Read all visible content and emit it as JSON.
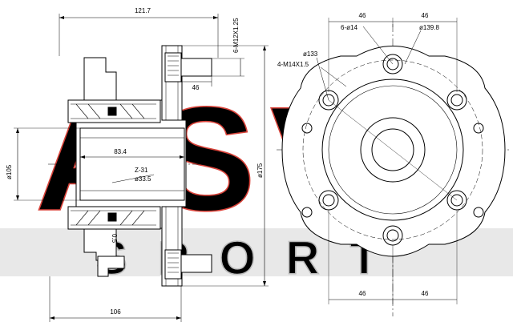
{
  "watermark": {
    "brand": "ASVA",
    "tagline": "SPORT",
    "brand_color": "#d9433a",
    "tagline_color": "#c4c4c4"
  },
  "side_view": {
    "overall_width": "121.7",
    "stud_thread": "6-M12X1.25",
    "stud_length": "46",
    "bore_length": "83.4",
    "bore_diameter": "ø105",
    "flange_diameter": "ø175",
    "spline_teeth": "Z-31",
    "spline_diameter": "ø33.5",
    "bottom_length": "106",
    "seal_ref": "0.5"
  },
  "front_view": {
    "pitch_left_top": "46",
    "pitch_right_top": "46",
    "pitch_left_bottom": "46",
    "pitch_right_bottom": "46",
    "stud_holes": "6-ø14",
    "pcd": "ø139.8",
    "mount_pcd": "ø133",
    "mount_holes": "4-M14X1.5"
  }
}
